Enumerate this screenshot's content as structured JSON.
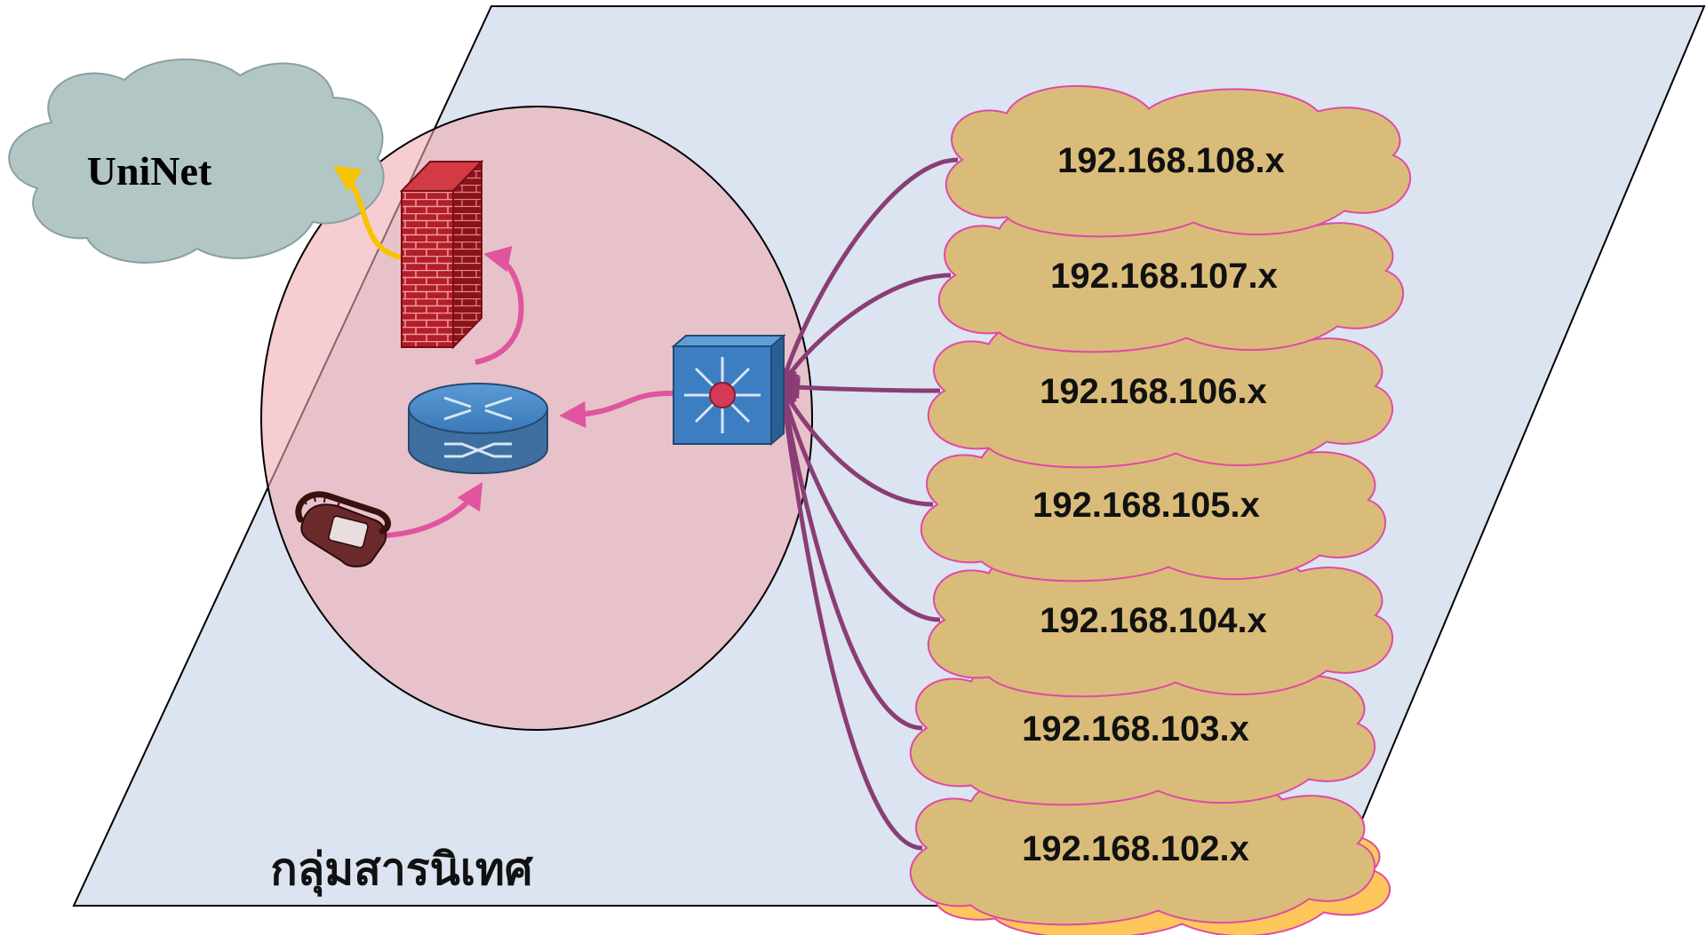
{
  "internet_cloud": {
    "label": "UniNet",
    "icon": "cloud-icon",
    "color": "#b3c6c6"
  },
  "group_label": "กลุ่มสารนิเทศ",
  "devices": {
    "firewall": {
      "icon": "firewall-icon"
    },
    "router": {
      "icon": "router-icon"
    },
    "switch": {
      "icon": "layer3-switch-icon"
    },
    "phone": {
      "icon": "telephone-icon"
    }
  },
  "subnets": [
    {
      "label": "192.168.108.x"
    },
    {
      "label": "192.168.107.x"
    },
    {
      "label": "192.168.106.x"
    },
    {
      "label": "192.168.105.x"
    },
    {
      "label": "192.168.104.x"
    },
    {
      "label": "192.168.103.x"
    },
    {
      "label": "192.168.102.x"
    }
  ],
  "colors": {
    "plane": "#dbe4f0",
    "zone": "#e0b4bd",
    "subnet_cloud": "#d9bc79",
    "subnet_outline": "#e04aa6",
    "bottom_cloud": "#fec75b",
    "link_pink": "#e0559e",
    "link_purple": "#8a3d75",
    "link_yellow": "#f8c400"
  }
}
